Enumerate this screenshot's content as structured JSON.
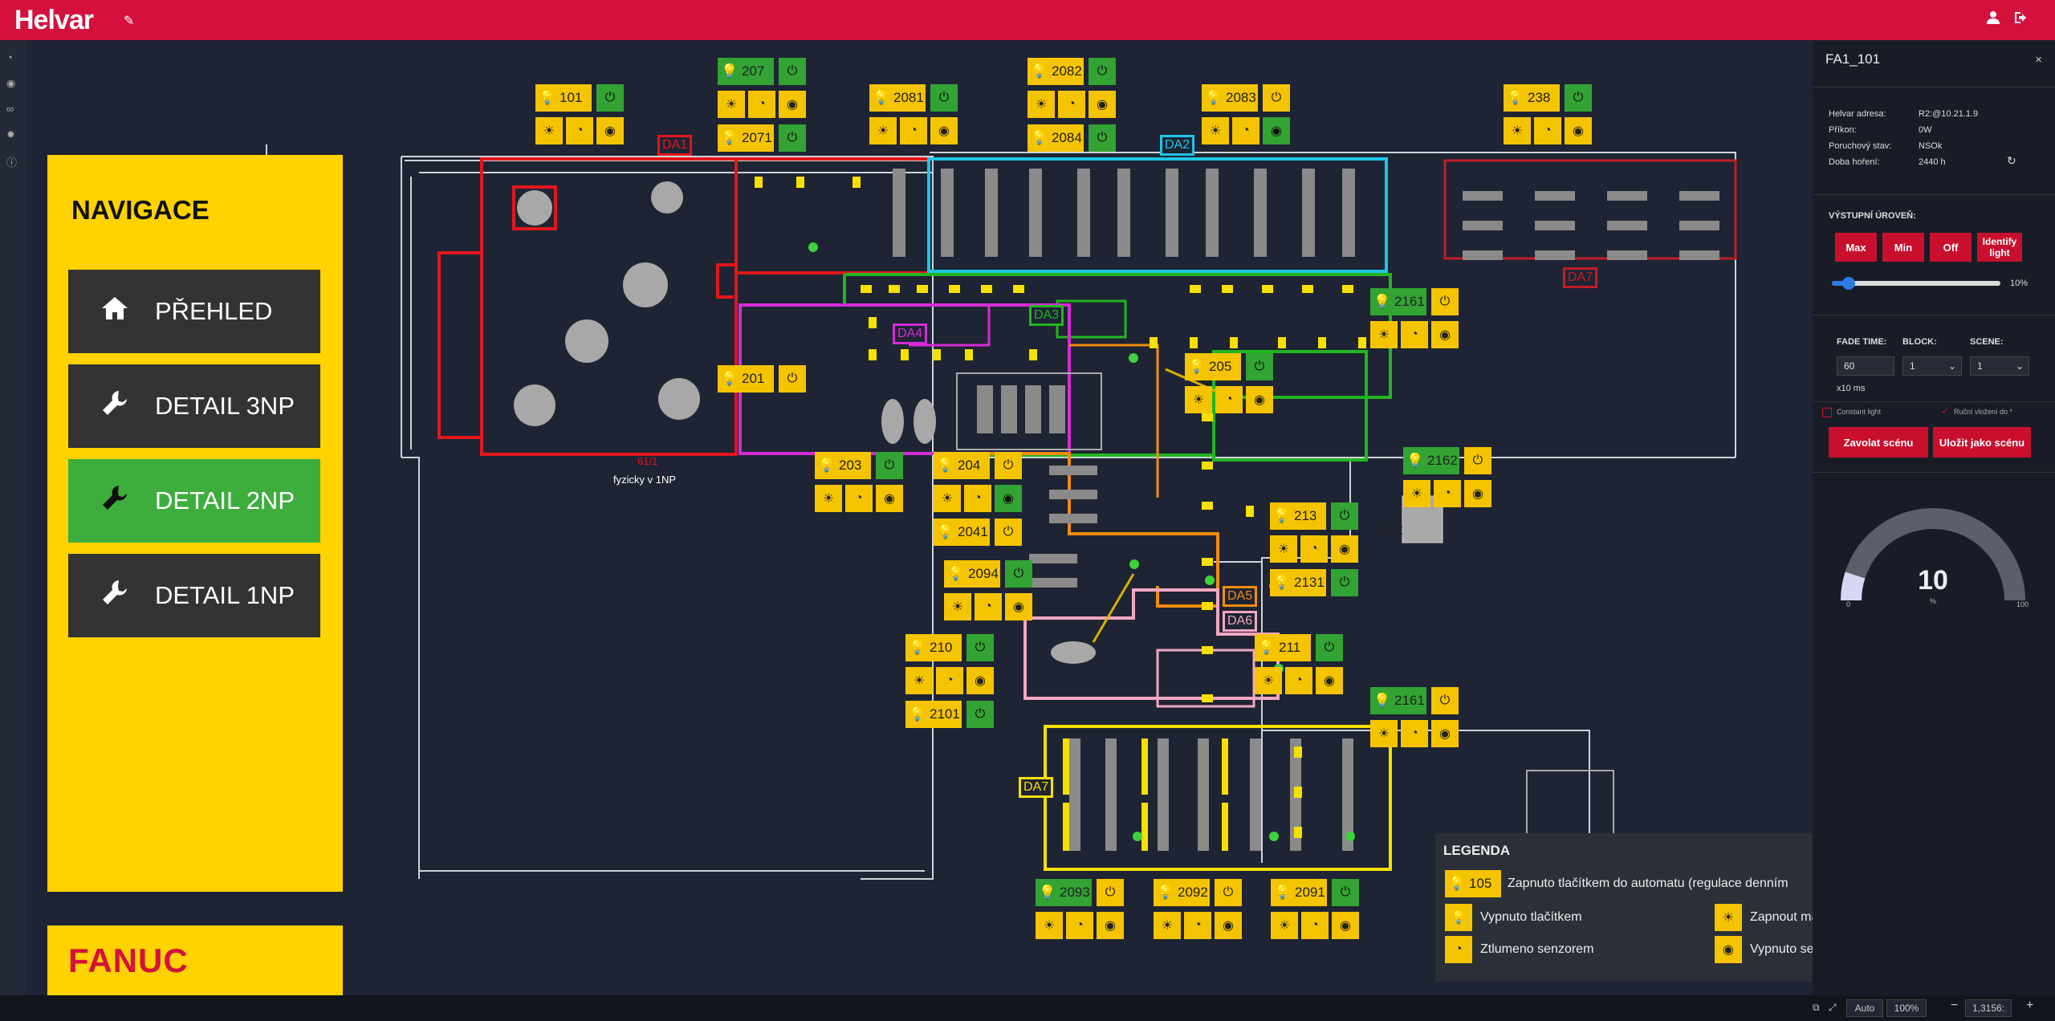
{
  "app": {
    "brand": "Helvar",
    "edit_icon": "pencil-icon",
    "user_icon": "user-icon",
    "logout_icon": "logout-icon"
  },
  "left_strip_icons": [
    "dashboard-icon",
    "eye-icon",
    "link-icon",
    "gear-icon",
    "info-icon"
  ],
  "nav": {
    "title": "NAVIGACE",
    "items": [
      {
        "label": "PŘEHLED",
        "icon": "home-icon",
        "active": false
      },
      {
        "label": "DETAIL 3NP",
        "icon": "wrench-icon",
        "active": false
      },
      {
        "label": "DETAIL 2NP",
        "icon": "wrench-icon",
        "active": true
      },
      {
        "label": "DETAIL 1NP",
        "icon": "wrench-icon",
        "active": false
      }
    ],
    "logo_text": "FANUC"
  },
  "plan": {
    "annotations": {
      "da1_sub": "61/1",
      "da1_note": "fyzicky v 1NP",
      "r2": "R2"
    },
    "zones": [
      {
        "id": "da1",
        "label": "DA1",
        "color": "#e3161b"
      },
      {
        "id": "da2",
        "label": "DA2",
        "color": "#1ec5e6"
      },
      {
        "id": "da3",
        "label": "DA3",
        "color": "#22b522"
      },
      {
        "id": "da4",
        "label": "DA4",
        "color": "#d62bd6"
      },
      {
        "id": "da5",
        "label": "DA5",
        "color": "#f28c0f"
      },
      {
        "id": "da6",
        "label": "DA6",
        "color": "#f2a7c0"
      },
      {
        "id": "da7",
        "label": "DA7",
        "color": "#f5e000"
      },
      {
        "id": "da7b",
        "label": "DA7",
        "color": "#c01d28"
      }
    ],
    "rooms": [
      {
        "num": "101"
      },
      {
        "num": "207"
      },
      {
        "num": "2071"
      },
      {
        "num": "2081"
      },
      {
        "num": "2082"
      },
      {
        "num": "2084"
      },
      {
        "num": "2083"
      },
      {
        "num": "238"
      },
      {
        "num": "2161"
      },
      {
        "num": "205"
      },
      {
        "num": "201"
      },
      {
        "num": "203"
      },
      {
        "num": "204"
      },
      {
        "num": "2041"
      },
      {
        "num": "2162"
      },
      {
        "num": "213"
      },
      {
        "num": "2131"
      },
      {
        "num": "2094"
      },
      {
        "num": "210"
      },
      {
        "num": "2101"
      },
      {
        "num": "211"
      },
      {
        "num": "2161"
      },
      {
        "num": "2093"
      },
      {
        "num": "2092"
      },
      {
        "num": "2091"
      }
    ]
  },
  "legend": {
    "title": "LEGENDA",
    "sample_num": "105",
    "items": [
      "Zapnuto tlačítkem do automatu (regulace denním",
      "Vypnuto tlačítkem",
      "Ztlumeno senzorem",
      "Zapnout manu",
      "Vypnuto senzo"
    ]
  },
  "panel": {
    "title": "FA1_101",
    "close": "×",
    "rows": [
      {
        "label": "Helvar adresa:",
        "value": "R2:@10.21.1.9"
      },
      {
        "label": "Příkon:",
        "value": "0W"
      },
      {
        "label": "Poruchový stav:",
        "value": "NSOk"
      },
      {
        "label": "Doba hoření:",
        "value": "2440 h"
      }
    ],
    "output_title": "VÝSTUPNÍ ÚROVEŇ:",
    "buttons": [
      "Max",
      "Min",
      "Off",
      "Identify light"
    ],
    "slider_value": "10%",
    "slider_level": 0.1,
    "fade_label": "FADE TIME:",
    "block_label": "BLOCK:",
    "scene_label": "SCENE:",
    "fade_value": "60",
    "block_value": "1",
    "scene_value": "1",
    "fade_unit": "x10 ms",
    "constant_light": "Constant light",
    "manual_note": "Ruční vložení do *",
    "btn_call_scene": "Zavolat scénu",
    "btn_save_scene": "Uložit jako scénu",
    "gauge_value": "10",
    "gauge_unit": "%",
    "gauge_min": "0",
    "gauge_max": "100",
    "gauge_level": 0.1
  },
  "status": {
    "auto": "Auto",
    "zoom": "100%",
    "minus": "−",
    "scale": "1,3156:",
    "plus": "+"
  }
}
